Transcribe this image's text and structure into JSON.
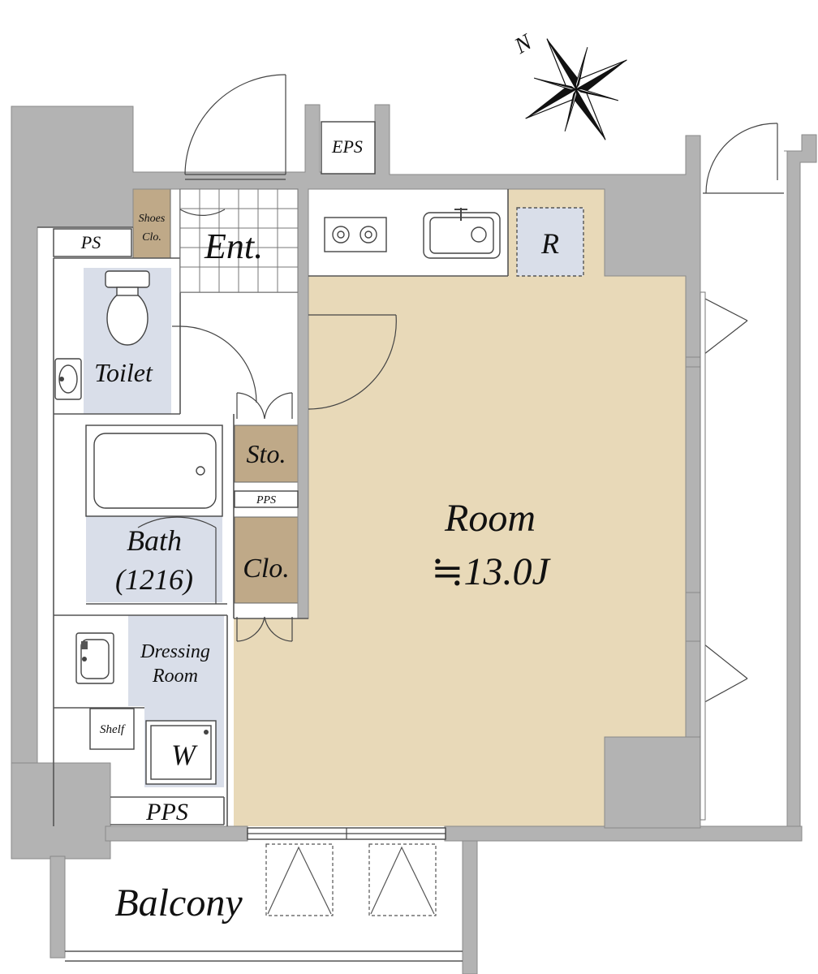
{
  "colors": {
    "room_floor": "#e8d9b8",
    "wet_area": "#d9dee9",
    "storage": "#bfa988",
    "wall": "#b3b3b3",
    "compass": "#111111"
  },
  "compass": {
    "north_label": "N",
    "icon": "compass-rose-icon"
  },
  "labels": {
    "entrance": "Ent.",
    "shoes_closet_line1": "Shoes",
    "shoes_closet_line2": "Clo.",
    "ps": "PS",
    "eps": "EPS",
    "refrigerator": "R",
    "toilet": "Toilet",
    "storage": "Sto.",
    "pps_small": "PPS",
    "bath_line1": "Bath",
    "bath_line2": "(1216)",
    "closet": "Clo.",
    "dressing_line1": "Dressing",
    "dressing_line2": "Room",
    "shelf": "Shelf",
    "washer": "W",
    "pps_large": "PPS",
    "room_name": "Room",
    "room_size": "≒13.0J",
    "balcony": "Balcony"
  },
  "icons": [
    "stove-icon",
    "sink-icon",
    "toilet-icon",
    "washbasin-icon",
    "bathtub-icon",
    "door-swing-icon",
    "window-icon"
  ]
}
